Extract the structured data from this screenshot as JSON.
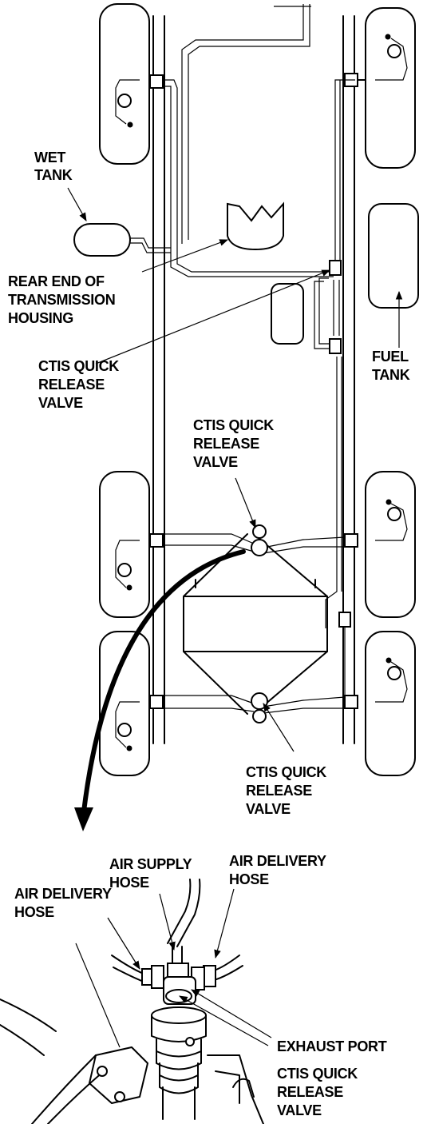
{
  "labels": {
    "wet_tank": [
      "WET",
      "TANK"
    ],
    "transmission": [
      "REAR END OF",
      "TRANSMISSION",
      "HOUSING"
    ],
    "ctis_valve_1": [
      "CTIS QUICK",
      "RELEASE",
      "VALVE"
    ],
    "fuel_tank": [
      "FUEL",
      "TANK"
    ],
    "ctis_valve_2": [
      "CTIS QUICK",
      "RELEASE",
      "VALVE"
    ],
    "ctis_valve_3": [
      "CTIS QUICK",
      "RELEASE",
      "VALVE"
    ],
    "air_supply_hose": [
      "AIR SUPPLY",
      "HOSE"
    ],
    "air_delivery_hose_right": [
      "AIR DELIVERY",
      "HOSE"
    ],
    "air_delivery_hose_left": [
      "AIR DELIVERY",
      "HOSE"
    ],
    "exhaust_port": [
      "EXHAUST PORT"
    ],
    "ctis_valve_detail": [
      "CTIS QUICK",
      "RELEASE",
      "VALVE"
    ]
  }
}
